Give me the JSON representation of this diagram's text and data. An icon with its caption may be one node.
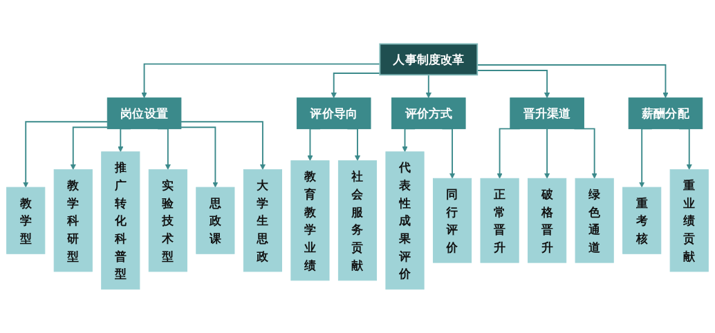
{
  "diagram": {
    "nodes": [
      {
        "text": [
          "人事制度改革"
        ]
      },
      {
        "text": [
          "岗位设置"
        ]
      },
      {
        "text": [
          "评价导向"
        ]
      },
      {
        "text": [
          "评价方式"
        ]
      },
      {
        "text": [
          "晋升渠道"
        ]
      },
      {
        "text": [
          "薪酬分配"
        ]
      },
      {
        "text": [
          "教学型"
        ]
      },
      {
        "text": [
          "教学科研型"
        ]
      },
      {
        "text": [
          "推广转化科普型"
        ]
      },
      {
        "text": [
          "实验技术型"
        ]
      },
      {
        "text": [
          "思政课"
        ]
      },
      {
        "text": [
          "大学生思政"
        ]
      },
      {
        "text": [
          "教育教学业绩"
        ]
      },
      {
        "text": [
          "社会服务贡献"
        ]
      },
      {
        "text": [
          "代表性成果评价"
        ]
      },
      {
        "text": [
          "同行评价"
        ]
      },
      {
        "text": [
          "正常晋升"
        ]
      },
      {
        "text": [
          "破格晋升"
        ]
      },
      {
        "text": [
          "绿色通道"
        ]
      },
      {
        "text": [
          "重考核"
        ]
      },
      {
        "text": [
          "重业绩贡献"
        ]
      }
    ],
    "edges": [
      {
        "from": 0,
        "to": 1,
        "arrow": "to"
      },
      {
        "from": 0,
        "to": 2,
        "arrow": "to"
      },
      {
        "from": 0,
        "to": 3,
        "arrow": "to"
      },
      {
        "from": 0,
        "to": 4,
        "arrow": "to"
      },
      {
        "from": 0,
        "to": 5,
        "arrow": "to"
      },
      {
        "from": 1,
        "to": 6,
        "arrow": "to"
      },
      {
        "from": 1,
        "to": 7,
        "arrow": "to"
      },
      {
        "from": 1,
        "to": 8,
        "arrow": "to"
      },
      {
        "from": 1,
        "to": 9,
        "arrow": "to"
      },
      {
        "from": 1,
        "to": 10,
        "arrow": "to"
      },
      {
        "from": 1,
        "to": 11,
        "arrow": "to"
      },
      {
        "from": 2,
        "to": 12,
        "arrow": "to"
      },
      {
        "from": 2,
        "to": 13,
        "arrow": "to"
      },
      {
        "from": 3,
        "to": 14,
        "arrow": "to"
      },
      {
        "from": 3,
        "to": 15,
        "arrow": "to"
      },
      {
        "from": 4,
        "to": 16,
        "arrow": "to"
      },
      {
        "from": 4,
        "to": 17,
        "arrow": "to"
      },
      {
        "from": 4,
        "to": 18,
        "arrow": "to"
      },
      {
        "from": 5,
        "to": 19,
        "arrow": "to"
      },
      {
        "from": 5,
        "to": 20,
        "arrow": "to"
      }
    ]
  }
}
